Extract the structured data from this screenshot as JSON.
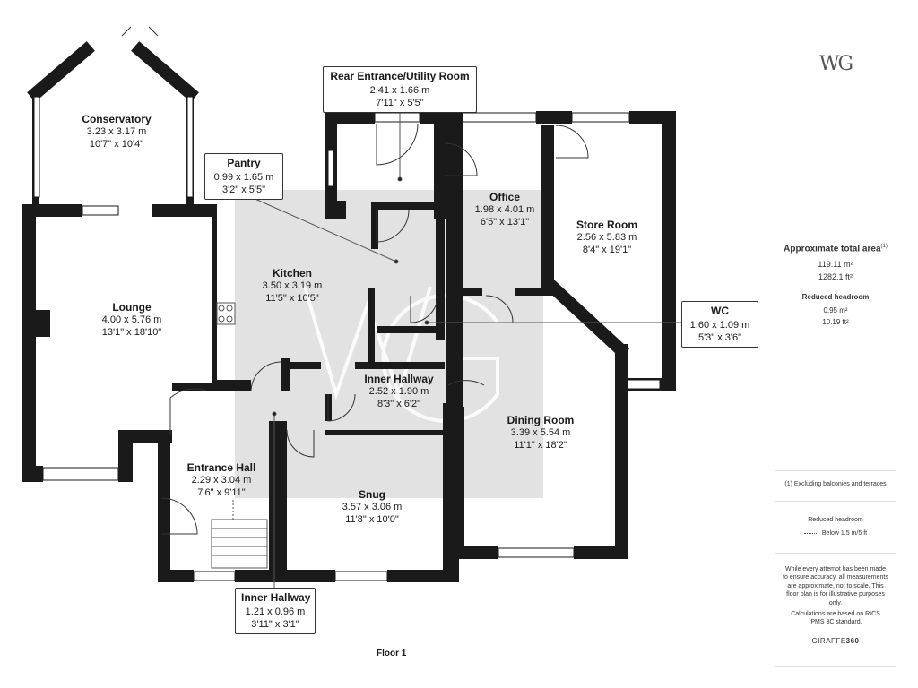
{
  "rooms": {
    "conservatory": {
      "name": "Conservatory",
      "metric": "3.23 x 3.17 m",
      "imperial": "10'7\" x 10'4\""
    },
    "pantry": {
      "name": "Pantry",
      "metric": "0.99 x 1.65 m",
      "imperial": "3'2\" x 5'5\""
    },
    "rear_entrance": {
      "name": "Rear Entrance/Utility Room",
      "metric": "2.41 x 1.66 m",
      "imperial": "7'11\" x 5'5\""
    },
    "office": {
      "name": "Office",
      "metric": "1.98 x 4.01 m",
      "imperial": "6'5\" x 13'1\""
    },
    "store_room": {
      "name": "Store Room",
      "metric": "2.56 x 5.83 m",
      "imperial": "8'4\" x 19'1\""
    },
    "kitchen": {
      "name": "Kitchen",
      "metric": "3.50 x 3.19 m",
      "imperial": "11'5\" x 10'5\""
    },
    "lounge": {
      "name": "Lounge",
      "metric": "4.00 x 5.76 m",
      "imperial": "13'1\" x 18'10\""
    },
    "wc": {
      "name": "WC",
      "metric": "1.60 x 1.09 m",
      "imperial": "5'3\" x 3'6\""
    },
    "inner_hallway_main": {
      "name": "Inner Hallway",
      "metric": "2.52 x 1.90 m",
      "imperial": "8'3\" x 6'2\""
    },
    "dining_room": {
      "name": "Dining Room",
      "metric": "3.39 x 5.54 m",
      "imperial": "11'1\" x 18'2\""
    },
    "entrance_hall": {
      "name": "Entrance Hall",
      "metric": "2.29 x 3.04 m",
      "imperial": "7'6\" x 9'11\""
    },
    "snug": {
      "name": "Snug",
      "metric": "3.57 x 3.06 m",
      "imperial": "11'8\" x 10'0\""
    },
    "inner_hallway_small": {
      "name": "Inner Hallway",
      "metric": "1.21 x 0.96 m",
      "imperial": "3'11\" x 3'1\""
    }
  },
  "floor_label": "Floor 1",
  "panel": {
    "logo": "WG",
    "area_title": "Approximate total area",
    "area_footnote_mark": "(1)",
    "area_m2": "119.11 m²",
    "area_ft2": "1282.1 ft²",
    "reduced_title": "Reduced headroom",
    "reduced_m2": "0.95 m²",
    "reduced_ft2": "10.19 ft²",
    "footnote": "(1) Excluding balconies and terraces",
    "legend_title": "Reduced headroom",
    "legend_item": "Below 1.5 m/5 ft",
    "disclaimer": "While every attempt has been made to ensure accuracy, all measurements are approximate, not to scale. This floor plan is for illustrative purposes only.",
    "calc_note": "Calculations are based on RICS IPMS 3C standard.",
    "brand_a": "GIRAFFE",
    "brand_b": "360"
  },
  "colors": {
    "wall": "#1a1a1a",
    "watermark": "#e2e2e2",
    "window": "#ffffff"
  }
}
